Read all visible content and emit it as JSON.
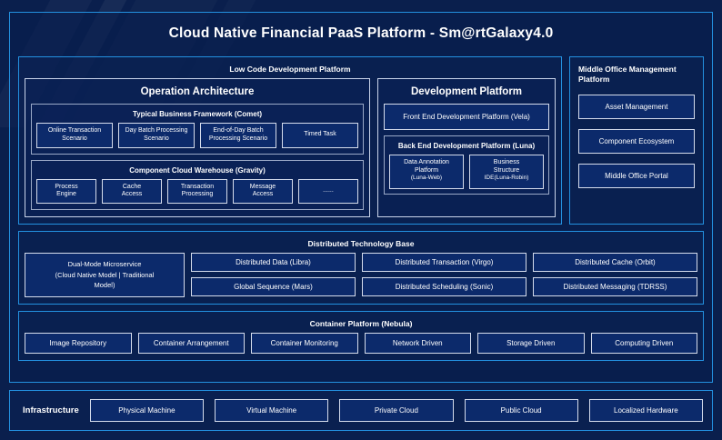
{
  "title": "Cloud Native Financial PaaS Platform - Sm@rtGalaxy4.0",
  "colors": {
    "background": "#0a1f4d",
    "accent_border": "#2391e0",
    "panel_border": "#c9d4ea",
    "chip_border": "#d5dcec",
    "chip_fill": "#0c2a6b",
    "text": "#ffffff"
  },
  "low_code": {
    "heading": "Low Code Development Platform",
    "operation_architecture": {
      "heading": "Operation Architecture",
      "typical_business_framework": {
        "heading": "Typical Business Framework (Comet)",
        "items": [
          {
            "line1": "Online Transaction",
            "line2": "Scenario"
          },
          {
            "line1": "Day Batch Processing",
            "line2": "Scenario"
          },
          {
            "line1": "End-of-Day Batch",
            "line2": "Processing Scenario"
          },
          {
            "line1": "Timed Task",
            "line2": ""
          }
        ]
      },
      "component_cloud_warehouse": {
        "heading": "Component Cloud Warehouse (Gravity)",
        "items": [
          {
            "line1": "Process",
            "line2": "Engine"
          },
          {
            "line1": "Cache",
            "line2": "Access"
          },
          {
            "line1": "Transaction",
            "line2": "Processing"
          },
          {
            "line1": "Message",
            "line2": "Access"
          },
          {
            "line1": "......",
            "line2": ""
          }
        ]
      }
    },
    "development_platform": {
      "heading": "Development Platform",
      "front_end": "Front End Development Platform (Vela)",
      "back_end": {
        "heading": "Back End Development Platform (Luna)",
        "items": [
          {
            "line1": "Data Annotation",
            "line2": "Platform",
            "line3": "(Luna-Web)"
          },
          {
            "line1": "Business",
            "line2": "Structure",
            "line3": "IDE(Luna-Robin)"
          }
        ]
      }
    }
  },
  "middle_office": {
    "heading": "Middle Office Management Platform",
    "items": [
      "Asset Management",
      "Component Ecosystem",
      "Middle Office Portal"
    ]
  },
  "distributed_technology_base": {
    "heading": "Distributed Technology Base",
    "dual_mode": {
      "line1": "Dual-Mode Microservice",
      "line2": "(Cloud Native Model | Traditional",
      "line3": "Model)"
    },
    "columns": [
      [
        "Distributed Data (Libra)",
        "Global Sequence (Mars)"
      ],
      [
        "Distributed Transaction (Virgo)",
        "Distributed Scheduling (Sonic)"
      ],
      [
        "Distributed Cache (Orbit)",
        "Distributed Messaging (TDRSS)"
      ]
    ]
  },
  "container_platform": {
    "heading": "Container Platform (Nebula)",
    "items": [
      "Image Repository",
      "Container Arrangement",
      "Container Monitoring",
      "Network Driven",
      "Storage Driven",
      "Computing Driven"
    ]
  },
  "infrastructure": {
    "label": "Infrastructure",
    "items": [
      "Physical Machine",
      "Virtual Machine",
      "Private Cloud",
      "Public Cloud",
      "Localized Hardware"
    ]
  }
}
